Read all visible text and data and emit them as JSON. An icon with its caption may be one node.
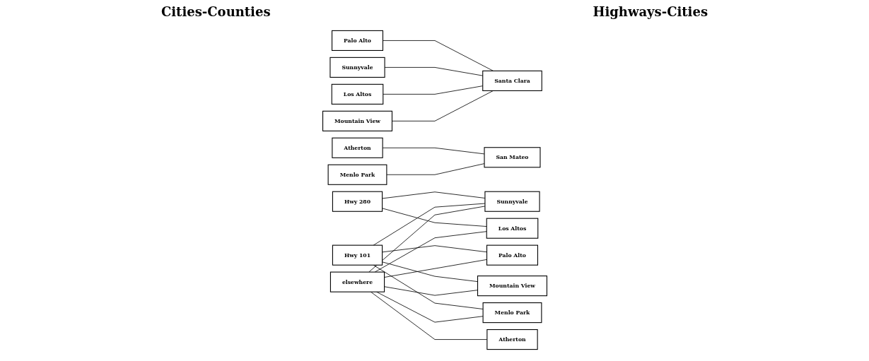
{
  "diagram": {
    "nodes": [
      {
        "text": [
          "Palo Alto"
        ]
      },
      {
        "text": [
          "Sunnyvale"
        ]
      },
      {
        "text": [
          "Los Altos"
        ]
      },
      {
        "text": [
          "Mountain View"
        ]
      },
      {
        "text": [
          "Atherton"
        ]
      },
      {
        "text": [
          "Menlo Park"
        ]
      },
      {
        "text": [
          "Santa Clara"
        ]
      },
      {
        "text": [
          "San Mateo"
        ]
      },
      {
        "text": [
          "Hwy 280"
        ]
      },
      {
        "text": [
          "Hwy 101"
        ]
      },
      {
        "text": [
          "elsewhere"
        ]
      },
      {
        "text": [
          "Palo Alto"
        ]
      },
      {
        "text": [
          "Sunnyvale"
        ]
      },
      {
        "text": [
          "Los Altos"
        ]
      },
      {
        "text": [
          "Mountain View"
        ]
      },
      {
        "text": [
          "Atherton"
        ]
      },
      {
        "text": [
          "Menlo Park"
        ]
      }
    ],
    "edges": [
      {
        "from": 0,
        "to": 6,
        "arrow": "none"
      },
      {
        "from": 1,
        "to": 6,
        "arrow": "none"
      },
      {
        "from": 2,
        "to": 6,
        "arrow": "none"
      },
      {
        "from": 3,
        "to": 6,
        "arrow": "none"
      },
      {
        "from": 4,
        "to": 7,
        "arrow": "none"
      },
      {
        "from": 5,
        "to": 7,
        "arrow": "none"
      },
      {
        "from": 8,
        "to": 12,
        "arrow": "none"
      },
      {
        "from": 8,
        "to": 13,
        "arrow": "none"
      },
      {
        "from": 9,
        "to": 11,
        "arrow": "none"
      },
      {
        "from": 9,
        "to": 12,
        "arrow": "none"
      },
      {
        "from": 9,
        "to": 14,
        "arrow": "none"
      },
      {
        "from": 9,
        "to": 16,
        "arrow": "none"
      },
      {
        "from": 10,
        "to": 11,
        "arrow": "none"
      },
      {
        "from": 10,
        "to": 12,
        "arrow": "none"
      },
      {
        "from": 10,
        "to": 13,
        "arrow": "none"
      },
      {
        "from": 10,
        "to": 14,
        "arrow": "none"
      },
      {
        "from": 10,
        "to": 15,
        "arrow": "none"
      },
      {
        "from": 10,
        "to": 16,
        "arrow": "none"
      }
    ],
    "labels": [
      "Cities-Counties",
      "Highways-Cities"
    ]
  }
}
